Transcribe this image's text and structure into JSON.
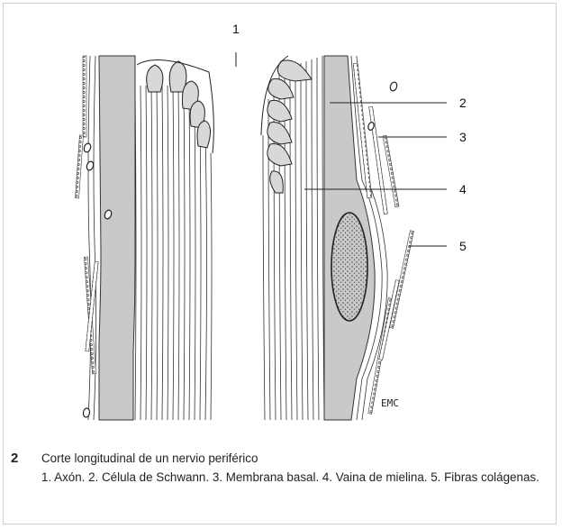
{
  "diagram": {
    "labels": [
      {
        "id": "1",
        "text": "1"
      },
      {
        "id": "2",
        "text": "2"
      },
      {
        "id": "3",
        "text": "3"
      },
      {
        "id": "4",
        "text": "4"
      },
      {
        "id": "5",
        "text": "5"
      }
    ],
    "logo": "EMC"
  },
  "caption": {
    "number": "2",
    "title": "Corte longitudinal de un nervio periférico",
    "text": "1. Axón. 2. Célula de Schwann. 3. Membrana basal. 4. Vaina  de mielina. 5. Fibras colágenas."
  },
  "colors": {
    "sheath": "#c9c9c9",
    "line": "#2a2a2a"
  }
}
